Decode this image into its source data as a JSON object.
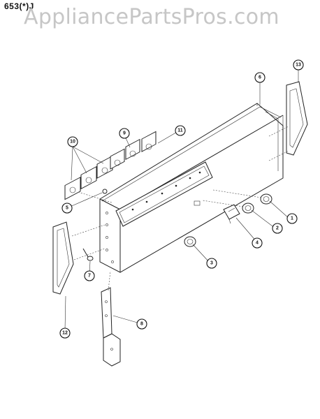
{
  "header": {
    "model_code": "653(*)J",
    "watermark": "AppliancePartsPros.com"
  },
  "callouts": [
    {
      "id": "c1",
      "label": "1"
    },
    {
      "id": "c2",
      "label": "2"
    },
    {
      "id": "c3",
      "label": "3"
    },
    {
      "id": "c4",
      "label": "4"
    },
    {
      "id": "c5",
      "label": "5"
    },
    {
      "id": "c6",
      "label": "6"
    },
    {
      "id": "c7",
      "label": "7"
    },
    {
      "id": "c8",
      "label": "8"
    },
    {
      "id": "c9",
      "label": "9"
    },
    {
      "id": "c10",
      "label": "10"
    },
    {
      "id": "c11",
      "label": "11"
    },
    {
      "id": "c12",
      "label": "12"
    },
    {
      "id": "c13",
      "label": "13"
    }
  ]
}
